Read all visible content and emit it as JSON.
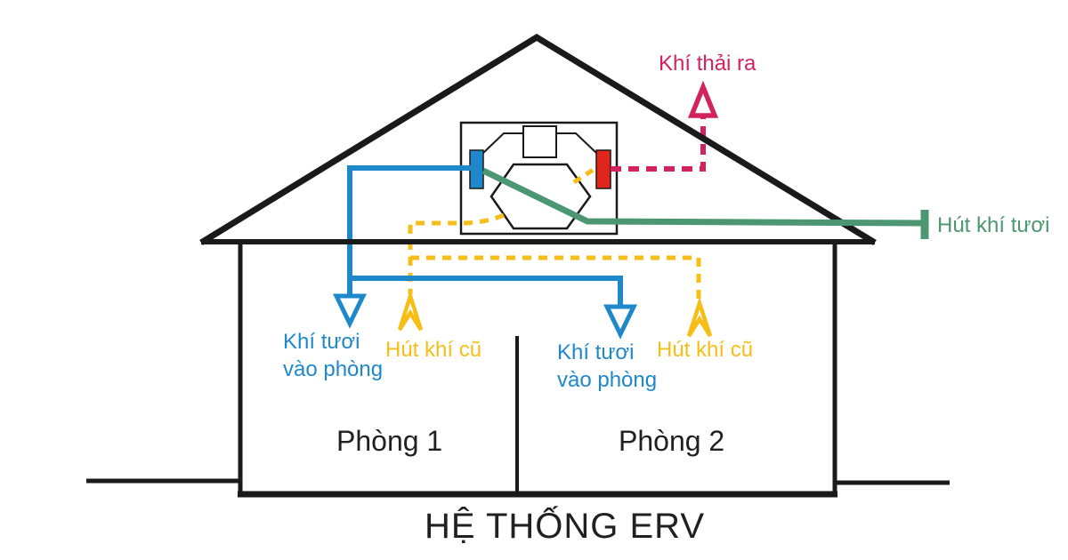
{
  "title": "HỆ THỐNG ERV",
  "colors": {
    "fresh_air_blue": "#1e88cb",
    "extract_yellow": "#f6be16",
    "exhaust_crimson": "#d2235c",
    "intake_green": "#4c9671",
    "unit_red": "#e1251b",
    "line_black": "#1a1a1a",
    "text_dark": "#231f20"
  },
  "labels": {
    "exhaust_out": "Khí thải ra",
    "intake_fresh": "Hút khí tươi",
    "room1": "Phòng 1",
    "room2": "Phòng 2",
    "room1_fresh_line1": "Khí tươi",
    "room1_fresh_line2": "vào phòng",
    "room1_extract": "Hút khí cũ",
    "room2_fresh_line1": "Khí tươi",
    "room2_fresh_line2": "vào phòng",
    "room2_extract": "Hút khí cũ"
  },
  "flows": {
    "fresh_supply": {
      "color": "#1e88cb",
      "line_style": "solid"
    },
    "stale_extract": {
      "color": "#f6be16",
      "line_style": "dashed"
    },
    "exhaust_out": {
      "color": "#d2235c",
      "line_style": "dashed"
    },
    "fresh_intake": {
      "color": "#4c9671",
      "line_style": "solid"
    }
  }
}
